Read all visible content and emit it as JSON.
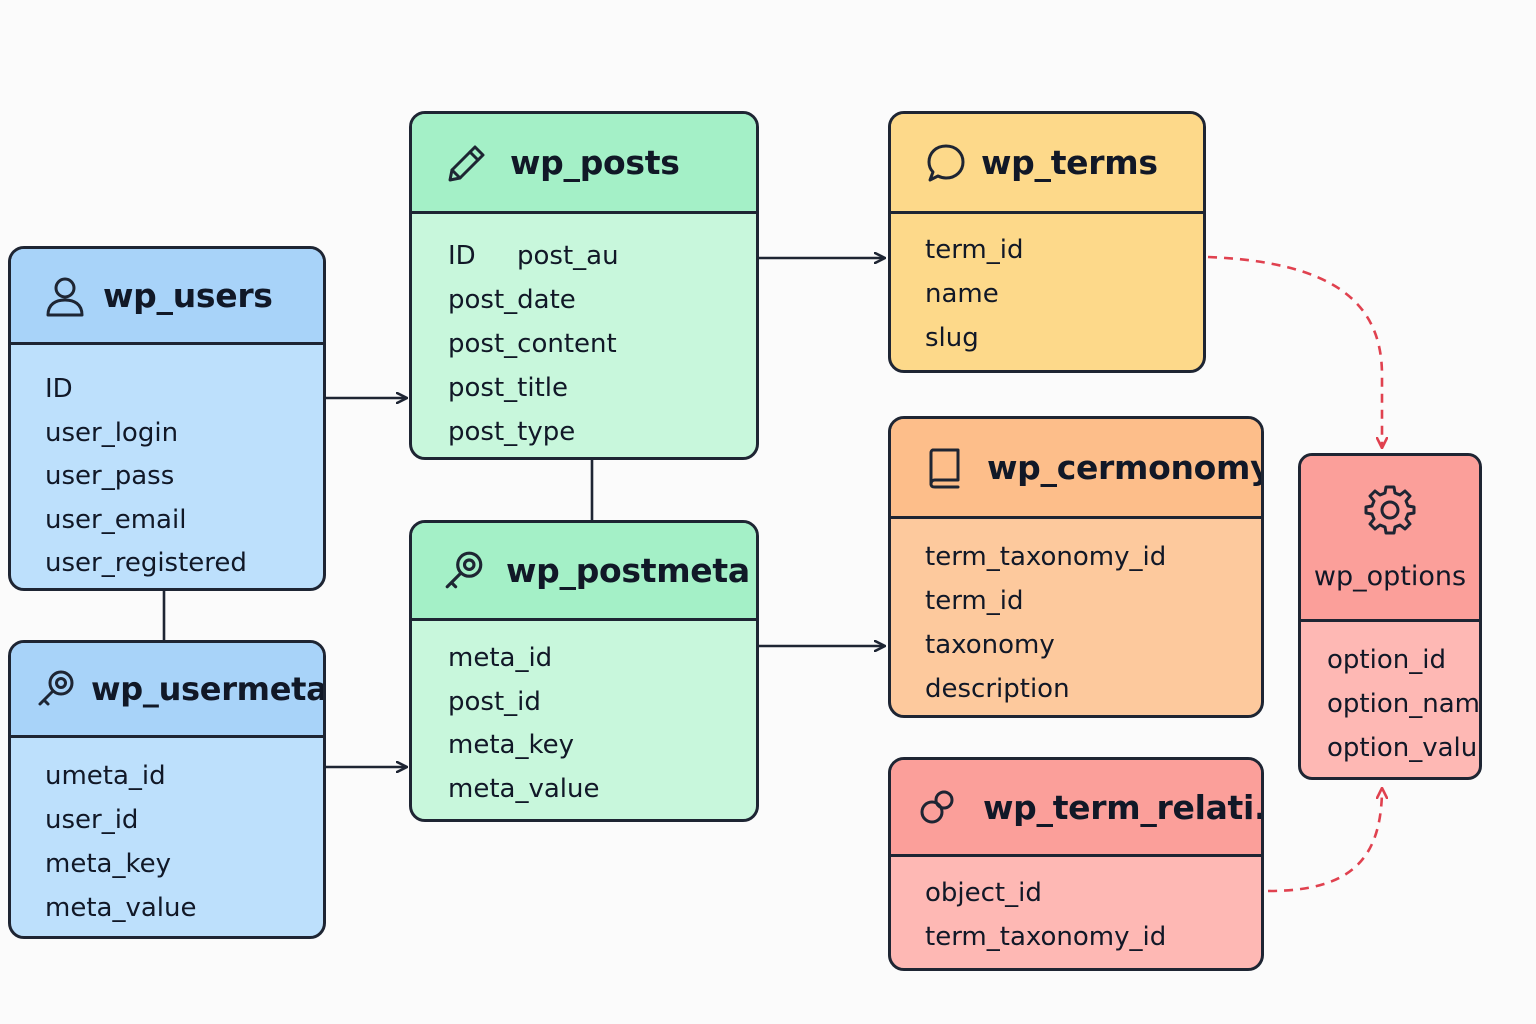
{
  "tables": {
    "users": {
      "title": "wp_users",
      "icon": "user-icon",
      "fields": [
        "ID",
        "user_login",
        "user_pass",
        "user_email",
        "user_registered"
      ]
    },
    "usermeta": {
      "title": "wp_usermeta",
      "icon": "magnifier-key-icon",
      "fields": [
        "umeta_id",
        "user_id",
        "meta_key",
        "meta_value"
      ]
    },
    "posts": {
      "title": "wp_posts",
      "icon": "pencil-icon",
      "fields": [
        "ID     post_au",
        "post_date",
        "post_content",
        "post_title",
        "post_type"
      ]
    },
    "postmeta": {
      "title": "wp_postmeta",
      "icon": "magnifier-key-icon",
      "fields": [
        "meta_id",
        "post_id",
        "meta_key",
        "meta_value"
      ]
    },
    "terms": {
      "title": "wp_terms",
      "icon": "speech-bubble-icon",
      "fields": [
        "term_id",
        "name",
        "slug"
      ]
    },
    "taxonomy": {
      "title": "wp_cermonomy",
      "icon": "book-icon",
      "fields": [
        "term_taxonomy_id",
        "term_id",
        "taxonomy",
        "description"
      ]
    },
    "relations": {
      "title": "wp_term_relati...",
      "icon": "linked-circles-icon",
      "fields": [
        "object_id",
        "term_taxonomy_id"
      ]
    },
    "options": {
      "title": "wp_options",
      "icon": "gear-icon",
      "fields": [
        "option_id",
        "option_nam",
        "option_valu"
      ]
    }
  },
  "relationships": [
    {
      "from": "wp_users",
      "to": "wp_posts",
      "style": "solid-arrow"
    },
    {
      "from": "wp_users",
      "to": "wp_usermeta",
      "style": "solid-line"
    },
    {
      "from": "wp_usermeta",
      "to": "wp_postmeta",
      "style": "solid-arrow"
    },
    {
      "from": "wp_posts",
      "to": "wp_postmeta",
      "style": "solid-line"
    },
    {
      "from": "wp_posts",
      "to": "wp_terms",
      "style": "solid-arrow"
    },
    {
      "from": "wp_postmeta",
      "to": "wp_cermonomy",
      "style": "solid-arrow"
    },
    {
      "from": "wp_terms",
      "to": "wp_options",
      "style": "dashed-arrow"
    },
    {
      "from": "wp_term_relati...",
      "to": "wp_options",
      "style": "dashed-arrow"
    }
  ],
  "colors": {
    "outline": "#1e2533",
    "dashed_connector": "#e0414f",
    "users_header": "#a8d3f9",
    "users_body": "#bde0fc",
    "posts_header": "#a4f0c7",
    "posts_body": "#c8f7dc",
    "terms": "#fdd98a",
    "taxonomy_header": "#fdbe8a",
    "taxonomy_body": "#fdc99d",
    "relations_header": "#fb9f9a",
    "relations_body": "#feb8b4"
  }
}
